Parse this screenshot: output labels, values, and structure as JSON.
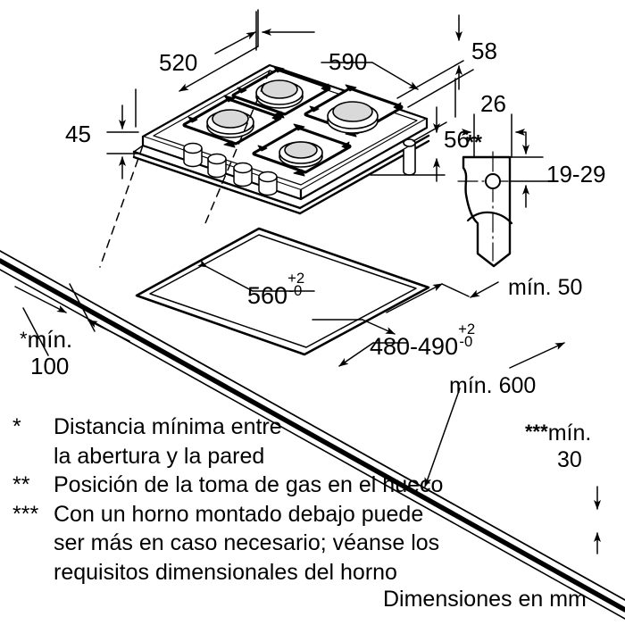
{
  "diagram": {
    "title": "Gas hob installation dimension drawing",
    "units_note": "Dimensiones en mm",
    "line_color": "#000000",
    "background_color": "#ffffff",
    "burner_cap_fill": "#d9d9d9"
  },
  "dimensions": {
    "hob_depth": "520",
    "hob_width": "590",
    "frame_height": "45",
    "rear_offset": "58",
    "below_depth": "56",
    "gas_inlet_width": "26",
    "gas_inlet_height": "19-29",
    "cutout_width_value": "560",
    "cutout_width_tol_plus": "+2",
    "cutout_width_tol_minus": "-0",
    "cutout_depth_value": "480-490",
    "cutout_depth_tol_plus": "+2",
    "cutout_depth_tol_minus": "-0",
    "wall_distance_mark": "*",
    "wall_distance_line1": "mín.",
    "wall_distance_line2": "100",
    "min_50": "mín. 50",
    "min_600": "mín. 600",
    "min_30_mark": "***",
    "min_30_line1": "mín.",
    "min_30_line2": "30",
    "gas_position_mark": "**"
  },
  "legend": {
    "items": [
      {
        "mark": "*",
        "lines": [
          "Distancia mínima entre",
          "la abertura y la pared"
        ]
      },
      {
        "mark": "**",
        "lines": [
          "Posición de la toma de gas en el hueco"
        ]
      },
      {
        "mark": "***",
        "lines": [
          "Con un horno montado debajo puede",
          "ser más en caso necesario; véanse los",
          "requisitos dimensionales del horno"
        ]
      }
    ]
  },
  "footer": {
    "units": "Dimensiones en mm"
  }
}
